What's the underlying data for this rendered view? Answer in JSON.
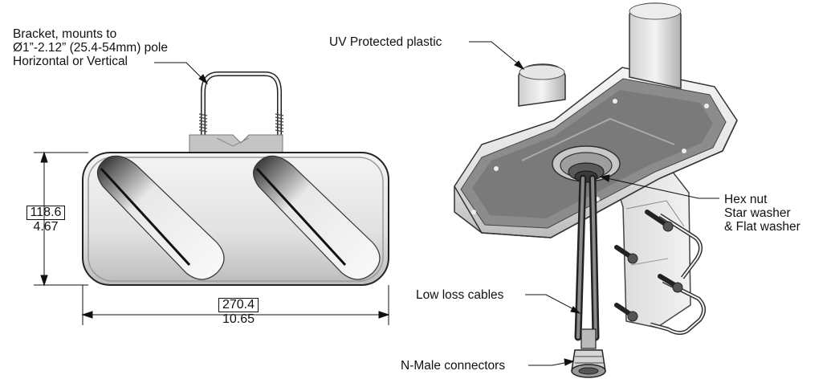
{
  "callouts": {
    "bracket": [
      "Bracket, mounts to",
      "Ø1”-2.12” (25.4-54mm) pole",
      "Horizontal or Vertical"
    ],
    "uv_plastic": "UV Protected plastic",
    "hardware": [
      "Hex nut",
      "Star washer",
      "& Flat washer"
    ],
    "cables": "Low loss cables",
    "connectors": "N-Male connectors"
  },
  "dimensions": {
    "height_mm": "118.6",
    "height_in": "4.67",
    "width_mm": "270.4",
    "width_in": "10.65"
  }
}
